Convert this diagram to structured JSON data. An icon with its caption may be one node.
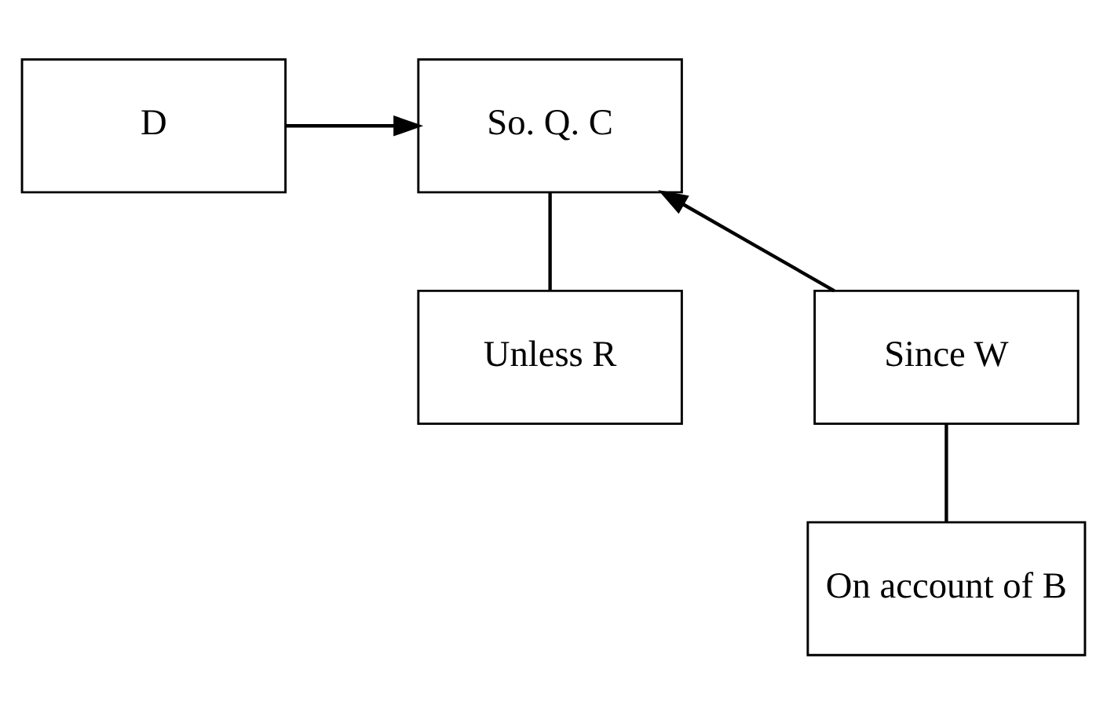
{
  "diagram": {
    "nodes": [
      {
        "text": [
          "D"
        ]
      },
      {
        "text": [
          "So. Q. C"
        ]
      },
      {
        "text": [
          "Since W"
        ]
      },
      {
        "text": [
          "Unless R"
        ]
      },
      {
        "text": [
          "On account of B"
        ]
      }
    ],
    "edges": [
      {
        "from": 0,
        "to": 1,
        "arrow": "to"
      },
      {
        "from": 2,
        "to": 1,
        "arrow": "to"
      },
      {
        "from": 1,
        "to": 3,
        "arrow": "none"
      },
      {
        "from": 2,
        "to": 4,
        "arrow": "none"
      }
    ]
  }
}
